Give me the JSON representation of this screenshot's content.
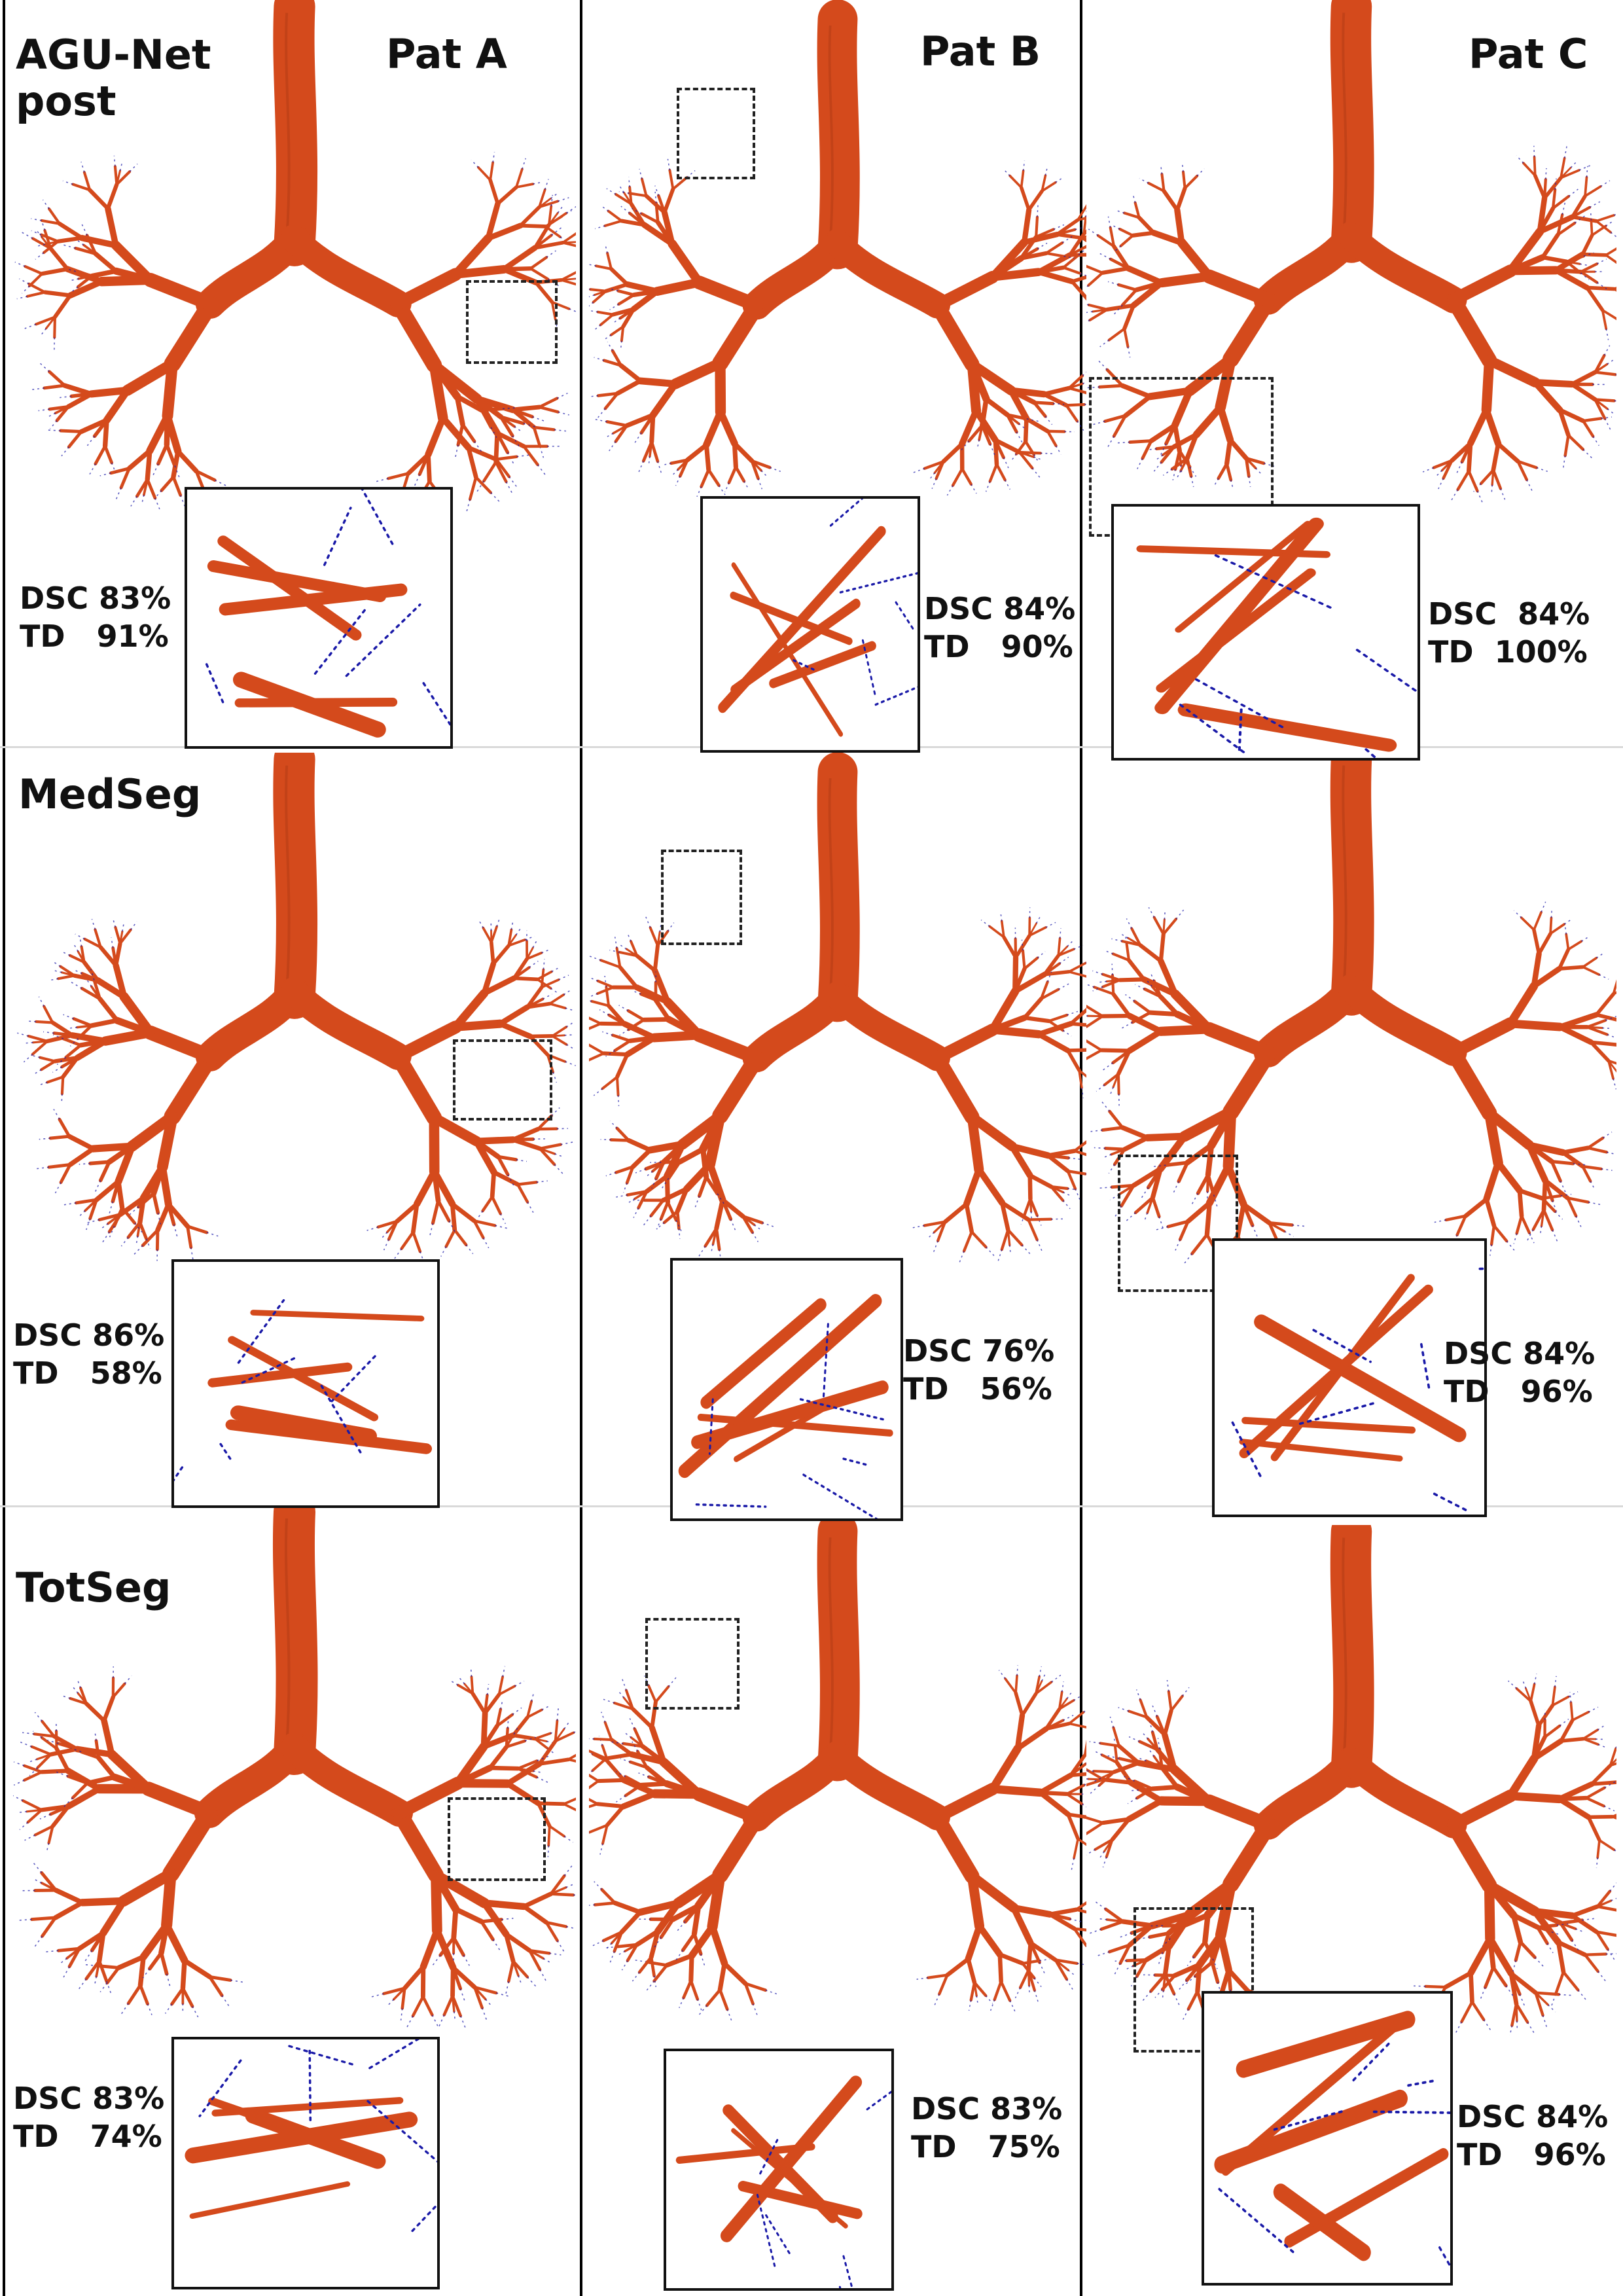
{
  "columns": [
    {
      "label": "Pat A"
    },
    {
      "label": "Pat B"
    },
    {
      "label": "Pat C"
    }
  ],
  "rows": [
    {
      "method_lines": [
        "AGU-Net",
        "post"
      ]
    },
    {
      "method_lines": [
        "MedSeg"
      ]
    },
    {
      "method_lines": [
        "TotSeg"
      ]
    }
  ],
  "metrics": [
    [
      {
        "dsc": "DSC 83%",
        "td": "TD   91%"
      },
      {
        "dsc": "DSC 84%",
        "td": "TD   90%"
      },
      {
        "dsc": "DSC  84%",
        "td": "TD  100%"
      }
    ],
    [
      {
        "dsc": "DSC 86%",
        "td": "TD   58%"
      },
      {
        "dsc": "DSC 76%",
        "td": "TD   56%"
      },
      {
        "dsc": "DSC 84%",
        "td": "TD   96%"
      }
    ],
    [
      {
        "dsc": "DSC 83%",
        "td": "TD   74%"
      },
      {
        "dsc": "DSC 83%",
        "td": "TD   75%"
      },
      {
        "dsc": "DSC 84%",
        "td": "TD   96%"
      }
    ]
  ],
  "colors": {
    "airway": "#d44a1c",
    "airway_dark": "#8a2a0c",
    "centerline": "#1a1aa8"
  }
}
